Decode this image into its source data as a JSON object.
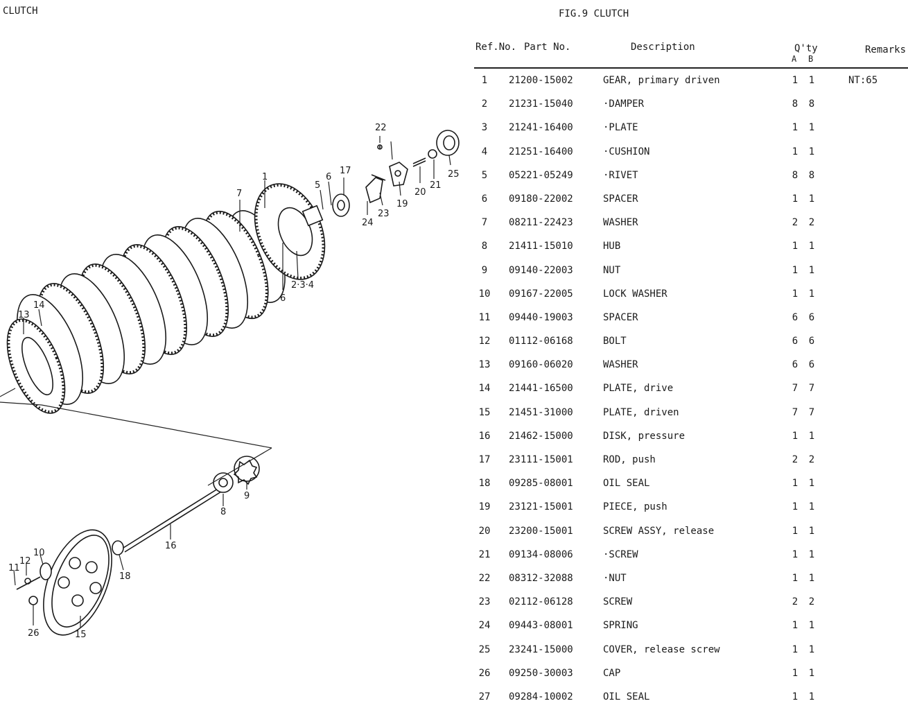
{
  "page": {
    "section_title": "CLUTCH",
    "figure_title": "FIG.9  CLUTCH"
  },
  "table": {
    "headers": {
      "ref": "Ref.No.",
      "part": "Part   No.",
      "desc": "Description",
      "qty": "Q'ty",
      "qty_a": "A",
      "qty_b": "B",
      "remarks": "Remarks"
    },
    "rows": [
      {
        "ref": "1",
        "part": "21200-15002",
        "desc": "GEAR, primary driven",
        "qa": "1",
        "qb": "1",
        "rem": "NT:65"
      },
      {
        "ref": "2",
        "part": "21231-15040",
        "desc": "·DAMPER",
        "qa": "8",
        "qb": "8",
        "rem": ""
      },
      {
        "ref": "3",
        "part": "21241-16400",
        "desc": "·PLATE",
        "qa": "1",
        "qb": "1",
        "rem": ""
      },
      {
        "ref": "4",
        "part": "21251-16400",
        "desc": "·CUSHION",
        "qa": "1",
        "qb": "1",
        "rem": ""
      },
      {
        "ref": "5",
        "part": "05221-05249",
        "desc": "·RIVET",
        "qa": "8",
        "qb": "8",
        "rem": ""
      },
      {
        "ref": "6",
        "part": "09180-22002",
        "desc": "SPACER",
        "qa": "1",
        "qb": "1",
        "rem": ""
      },
      {
        "ref": "7",
        "part": "08211-22423",
        "desc": "WASHER",
        "qa": "2",
        "qb": "2",
        "rem": ""
      },
      {
        "ref": "8",
        "part": "21411-15010",
        "desc": "HUB",
        "qa": "1",
        "qb": "1",
        "rem": ""
      },
      {
        "ref": "9",
        "part": "09140-22003",
        "desc": "NUT",
        "qa": "1",
        "qb": "1",
        "rem": ""
      },
      {
        "ref": "10",
        "part": "09167-22005",
        "desc": "LOCK WASHER",
        "qa": "1",
        "qb": "1",
        "rem": ""
      },
      {
        "ref": "11",
        "part": "09440-19003",
        "desc": "SPACER",
        "qa": "6",
        "qb": "6",
        "rem": ""
      },
      {
        "ref": "12",
        "part": "01112-06168",
        "desc": "BOLT",
        "qa": "6",
        "qb": "6",
        "rem": ""
      },
      {
        "ref": "13",
        "part": "09160-06020",
        "desc": "WASHER",
        "qa": "6",
        "qb": "6",
        "rem": ""
      },
      {
        "ref": "14",
        "part": "21441-16500",
        "desc": "PLATE, drive",
        "qa": "7",
        "qb": "7",
        "rem": ""
      },
      {
        "ref": "15",
        "part": "21451-31000",
        "desc": "PLATE, driven",
        "qa": "7",
        "qb": "7",
        "rem": ""
      },
      {
        "ref": "16",
        "part": "21462-15000",
        "desc": "DISK, pressure",
        "qa": "1",
        "qb": "1",
        "rem": ""
      },
      {
        "ref": "17",
        "part": "23111-15001",
        "desc": "ROD, push",
        "qa": "2",
        "qb": "2",
        "rem": ""
      },
      {
        "ref": "18",
        "part": "09285-08001",
        "desc": "OIL SEAL",
        "qa": "1",
        "qb": "1",
        "rem": ""
      },
      {
        "ref": "19",
        "part": "23121-15001",
        "desc": "PIECE, push",
        "qa": "1",
        "qb": "1",
        "rem": ""
      },
      {
        "ref": "20",
        "part": "23200-15001",
        "desc": "SCREW ASSY, release",
        "qa": "1",
        "qb": "1",
        "rem": ""
      },
      {
        "ref": "21",
        "part": "09134-08006",
        "desc": "·SCREW",
        "qa": "1",
        "qb": "1",
        "rem": ""
      },
      {
        "ref": "22",
        "part": "08312-32088",
        "desc": "·NUT",
        "qa": "1",
        "qb": "1",
        "rem": ""
      },
      {
        "ref": "23",
        "part": "02112-06128",
        "desc": "SCREW",
        "qa": "2",
        "qb": "2",
        "rem": ""
      },
      {
        "ref": "24",
        "part": "09443-08001",
        "desc": "SPRING",
        "qa": "1",
        "qb": "1",
        "rem": ""
      },
      {
        "ref": "25",
        "part": "23241-15000",
        "desc": "COVER, release screw",
        "qa": "1",
        "qb": "1",
        "rem": ""
      },
      {
        "ref": "26",
        "part": "09250-30003",
        "desc": "CAP",
        "qa": "1",
        "qb": "1",
        "rem": ""
      },
      {
        "ref": "27",
        "part": "09284-10002",
        "desc": "OIL SEAL",
        "qa": "1",
        "qb": "1",
        "rem": ""
      }
    ]
  },
  "diagram": {
    "callouts": {
      "c1": "1",
      "c2": "2·3·4",
      "c5": "5",
      "c6a": "6",
      "c6b": "6",
      "c7": "7",
      "c8": "8",
      "c9": "9",
      "c10": "10",
      "c11": "11",
      "c12": "12",
      "c13": "13",
      "c14": "14",
      "c15": "15",
      "c16": "16",
      "c17": "17",
      "c18": "18",
      "c19": "19",
      "c20": "20",
      "c21": "21",
      "c22": "22",
      "c23": "23",
      "c24": "24",
      "c25": "25",
      "c26": "26"
    }
  }
}
